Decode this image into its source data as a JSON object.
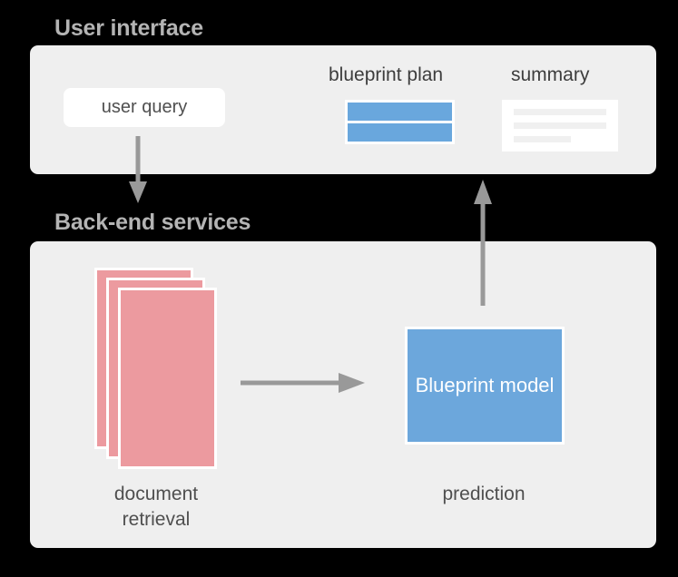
{
  "diagram": {
    "title_ui": "User interface",
    "title_backend": "Back-end services",
    "background_color": "#000000",
    "panel_color": "#efefef",
    "title_color": "#b4b4b4",
    "accent_blue": "#6ca7dc",
    "accent_pink": "#ec9a9f",
    "arrow_color": "#999999"
  },
  "user_interface": {
    "user_query_label": "user query",
    "blueprint_plan_label": "blueprint plan",
    "summary_label": "summary",
    "blueprint_plan_bars": 2,
    "summary_lines": 3
  },
  "backend": {
    "document_retrieval_caption": "document\nretrieval",
    "document_count": 3,
    "blueprint_model_label": "Blueprint\nmodel",
    "prediction_caption": "prediction"
  },
  "arrows": {
    "query_to_backend": "down-arrow",
    "retrieval_to_model": "right-arrow",
    "prediction_to_summary": "up-arrow"
  }
}
